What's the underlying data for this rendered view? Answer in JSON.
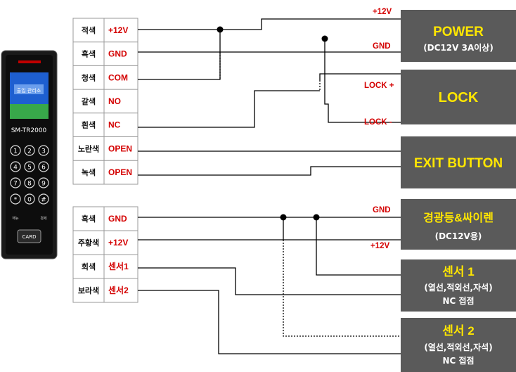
{
  "device": {
    "screen_text": "출입 관리소",
    "model": "SM-TR2000",
    "keys": [
      "1",
      "2",
      "3",
      "4",
      "5",
      "6",
      "7",
      "8",
      "9",
      "*",
      "0",
      "#"
    ],
    "key_labels": {
      "left": "해뉴",
      "right": "경제"
    },
    "card_label": "CARD"
  },
  "table1": [
    {
      "color": "적색",
      "signal": "+12V"
    },
    {
      "color": "흑색",
      "signal": "GND"
    },
    {
      "color": "청색",
      "signal": "COM"
    },
    {
      "color": "갈색",
      "signal": "NO"
    },
    {
      "color": "흰색",
      "signal": "NC"
    },
    {
      "color": "노란색",
      "signal": "OPEN"
    },
    {
      "color": "녹색",
      "signal": "OPEN"
    }
  ],
  "table2": [
    {
      "color": "흑색",
      "signal": "GND"
    },
    {
      "color": "주황색",
      "signal": "+12V"
    },
    {
      "color": "회색",
      "signal": "센서1"
    },
    {
      "color": "보라색",
      "signal": "센서2"
    }
  ],
  "wire_labels": {
    "p12v": "+12V",
    "pgnd": "GND",
    "lock_plus": "LOCK +",
    "lock_minus": "LOCK -",
    "s_gnd": "GND",
    "s_12v": "+12V"
  },
  "boxes": {
    "power": {
      "title": "POWER",
      "sub": "(DC12V 3A이상)"
    },
    "lock": {
      "title": "LOCK"
    },
    "exit": {
      "title": "EXIT BUTTON"
    },
    "siren": {
      "title": "경광등&싸이렌",
      "sub": "(DC12V용)"
    },
    "sensor1": {
      "title": "센서 1",
      "sub1": "(열선,적외선,자석)",
      "sub2": "NC 접점"
    },
    "sensor2": {
      "title": "센서 2",
      "sub1": "(열선,적외선,자석)",
      "sub2": "NC 접점"
    }
  },
  "colors": {
    "box_fill": "#5a5a5a",
    "box_title": "#ffe600",
    "label_red": "#d40000",
    "wire": "#000000"
  }
}
